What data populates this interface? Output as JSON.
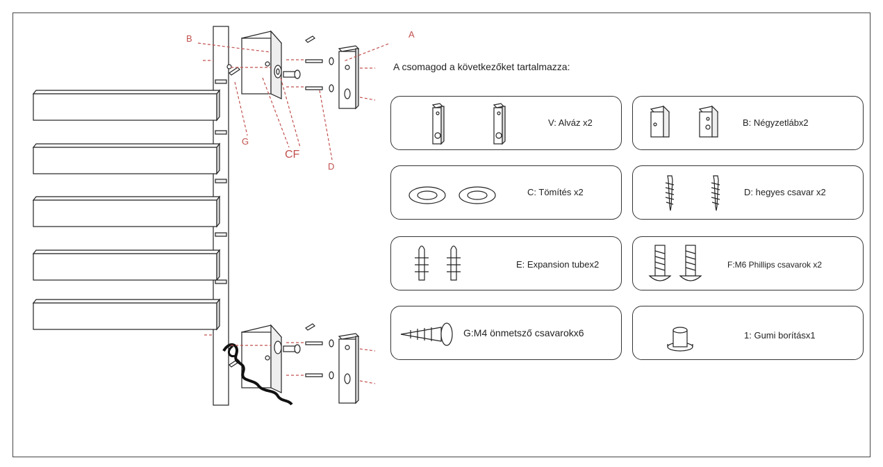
{
  "heading": "A csomagod a következőket tartalmazza:",
  "callouts": {
    "A": "A",
    "B": "B",
    "G": "G",
    "CF": "CF",
    "D": "D"
  },
  "parts": [
    {
      "id": "V",
      "label": "V: Alváz x2",
      "icon": "bracket-plate-icon"
    },
    {
      "id": "B",
      "label": "B: Négyzetlábx2",
      "icon": "square-foot-block-icon"
    },
    {
      "id": "C",
      "label": "C: Tömítés x2",
      "icon": "gasket-ring-icon"
    },
    {
      "id": "D",
      "label": "D: hegyes csavar x2",
      "icon": "pointed-screw-icon"
    },
    {
      "id": "E",
      "label": "E: Expansion tubex2",
      "icon": "expansion-tube-icon"
    },
    {
      "id": "F",
      "label": "F:M6 Phillips csavarok x2",
      "icon": "phillips-bolt-icon"
    },
    {
      "id": "G",
      "label": "G:M4 önmetsző csavarokx6",
      "icon": "self-tapping-screw-icon"
    },
    {
      "id": "1",
      "label": "1: Gumi borításx1",
      "icon": "rubber-cap-icon"
    }
  ],
  "colors": {
    "line": "#222222",
    "callout": "#c0504d",
    "card_border": "#333333"
  }
}
